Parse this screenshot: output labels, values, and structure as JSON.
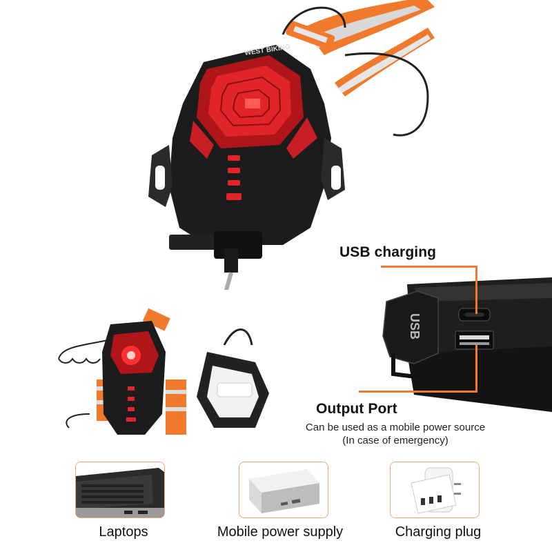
{
  "labels": {
    "usb_charging": "USB charging",
    "output_port": "Output Port",
    "output_note_line1": "Can be used as a mobile power source",
    "output_note_line2": "(In case of emergency)",
    "brand": "WEST BIKING",
    "port_mark": "USB"
  },
  "applications": [
    {
      "label": "Laptops"
    },
    {
      "label": "Mobile power supply"
    },
    {
      "label": "Charging plug"
    }
  ],
  "colors": {
    "accent": "#f07a2c",
    "light_red": "#e0242a",
    "card_border": "#f0a57a",
    "device_body": "#1c1c1c"
  },
  "icons": {
    "laptop": "laptop-icon",
    "power_bank": "power-bank-icon",
    "charging_plug": "charging-plug-icon",
    "usb": "usb-icon"
  }
}
